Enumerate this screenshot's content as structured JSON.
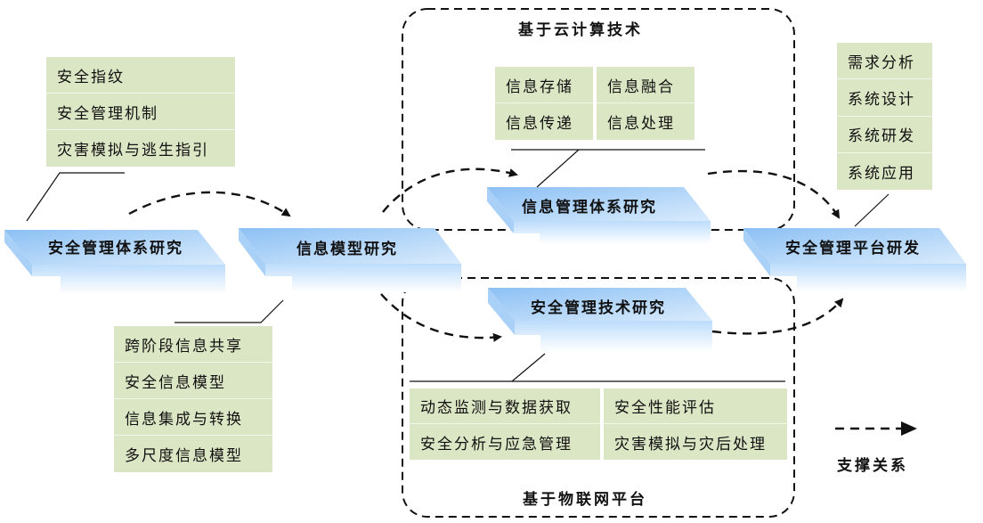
{
  "colors": {
    "panel_green": "#dbe6c4",
    "box_blue_light": "#cfe4fb",
    "box_blue_dark": "#8cc0f4",
    "line": "#111111"
  },
  "cloud_group": {
    "title": "基于云计算技术"
  },
  "iot_group": {
    "title": "基于物联网平台"
  },
  "boxes": {
    "safety_system": "安全管理体系研究",
    "info_model": "信息模型研究",
    "info_system": "信息管理体系研究",
    "safety_tech": "安全管理技术研究",
    "platform": "安全管理平台研发"
  },
  "panels": {
    "safety_system_items": [
      "安全指纹",
      "安全管理机制",
      "灾害模拟与逃生指引"
    ],
    "info_model_items": [
      "跨阶段信息共享",
      "安全信息模型",
      "信息集成与转换",
      "多尺度信息模型"
    ],
    "cloud_items": [
      "信息存储",
      "信息融合",
      "信息传递",
      "信息处理"
    ],
    "iot_items": [
      "动态监测与数据获取",
      "安全性能评估",
      "安全分析与应急管理",
      "灾害模拟与灾后处理"
    ],
    "platform_items": [
      "需求分析",
      "系统设计",
      "系统研发",
      "系统应用"
    ]
  },
  "legend": {
    "label": "支撑关系"
  }
}
